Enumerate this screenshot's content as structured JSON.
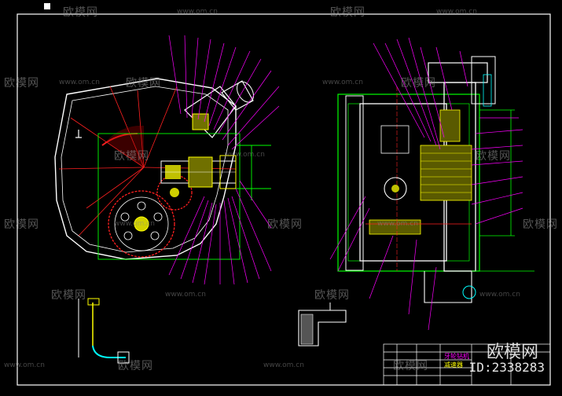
{
  "watermark": {
    "brand": "欧模网",
    "url": "www.om.cn",
    "id": "ID:2338283"
  },
  "title_block": {
    "line1": "牙轮钻机",
    "line2": "减速器"
  },
  "colors": {
    "background": "#000000",
    "frame": "#ffffff",
    "part_outline": "#ffffff",
    "green_lines": "#00ff00",
    "leader_lines": "#ff00ff",
    "center_lines": "#ff0000",
    "gear_fill": "#ffff00",
    "cyan_lines": "#00ffff"
  }
}
